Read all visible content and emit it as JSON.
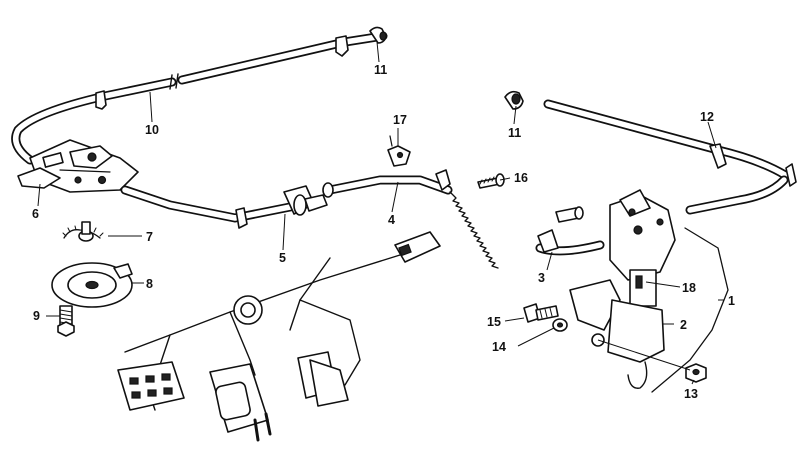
{
  "callouts": [
    {
      "id": "part-1",
      "label": "1"
    },
    {
      "id": "part-2",
      "label": "2"
    },
    {
      "id": "part-3",
      "label": "3"
    },
    {
      "id": "part-4",
      "label": "4"
    },
    {
      "id": "part-5",
      "label": "5"
    },
    {
      "id": "part-6",
      "label": "6"
    },
    {
      "id": "part-7",
      "label": "7"
    },
    {
      "id": "part-8",
      "label": "8"
    },
    {
      "id": "part-9",
      "label": "9"
    },
    {
      "id": "part-10",
      "label": "10"
    },
    {
      "id": "part-11a",
      "label": "11"
    },
    {
      "id": "part-11b",
      "label": "11"
    },
    {
      "id": "part-12",
      "label": "12"
    },
    {
      "id": "part-13",
      "label": "13"
    },
    {
      "id": "part-14",
      "label": "14"
    },
    {
      "id": "part-15",
      "label": "15"
    },
    {
      "id": "part-16",
      "label": "16"
    },
    {
      "id": "part-17",
      "label": "17"
    },
    {
      "id": "part-18",
      "label": "18"
    }
  ]
}
